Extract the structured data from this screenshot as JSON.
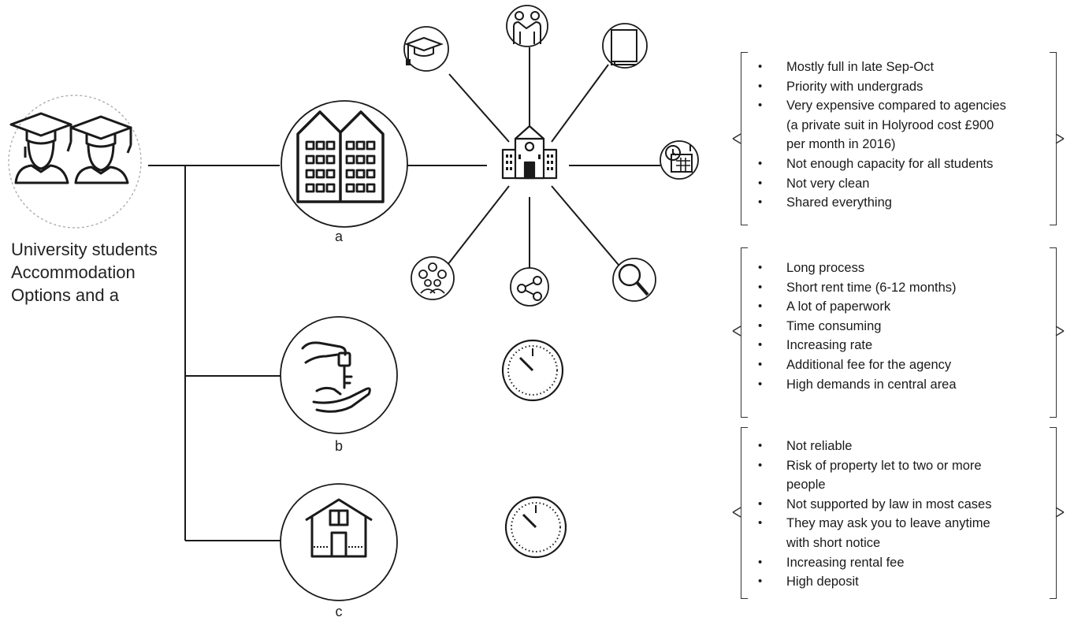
{
  "caption": {
    "line1": "University students",
    "line2": "Accommodation",
    "line3": "Options and a"
  },
  "options": [
    {
      "letter": "a",
      "icon": "apartment-building-icon"
    },
    {
      "letter": "b",
      "icon": "hand-key-icon"
    },
    {
      "letter": "c",
      "icon": "house-icon"
    }
  ],
  "hub_icons": [
    "graduation-cap-icon",
    "handshake-icon",
    "book-icon",
    "calendar-clock-icon",
    "magnifier-icon",
    "share-icon",
    "community-icon",
    "university-icon"
  ],
  "groups": [
    {
      "items": [
        "Mostly full in late Sep-Oct",
        "Priority with undergrads",
        "Very expensive compared to agencies",
        "(a private suit in Holyrood cost £900",
        "per month in 2016)",
        "Not enough capacity for all students",
        "Not very clean",
        "Shared everything"
      ]
    },
    {
      "items": [
        "Long process",
        "Short rent time (6-12 months)",
        "A lot of paperwork",
        "Time consuming",
        "Increasing rate",
        "Additional fee for the agency",
        "High demands in central area"
      ]
    },
    {
      "items": [
        "Not reliable",
        "Risk of property let to two or more",
        "people",
        "Not supported by law in most cases",
        "They may ask you to leave anytime",
        "with short notice",
        "Increasing rental fee",
        "High deposit"
      ]
    }
  ],
  "colors": {
    "line": "#1a1a1a",
    "dashed_circle": "#aaaaaa"
  }
}
